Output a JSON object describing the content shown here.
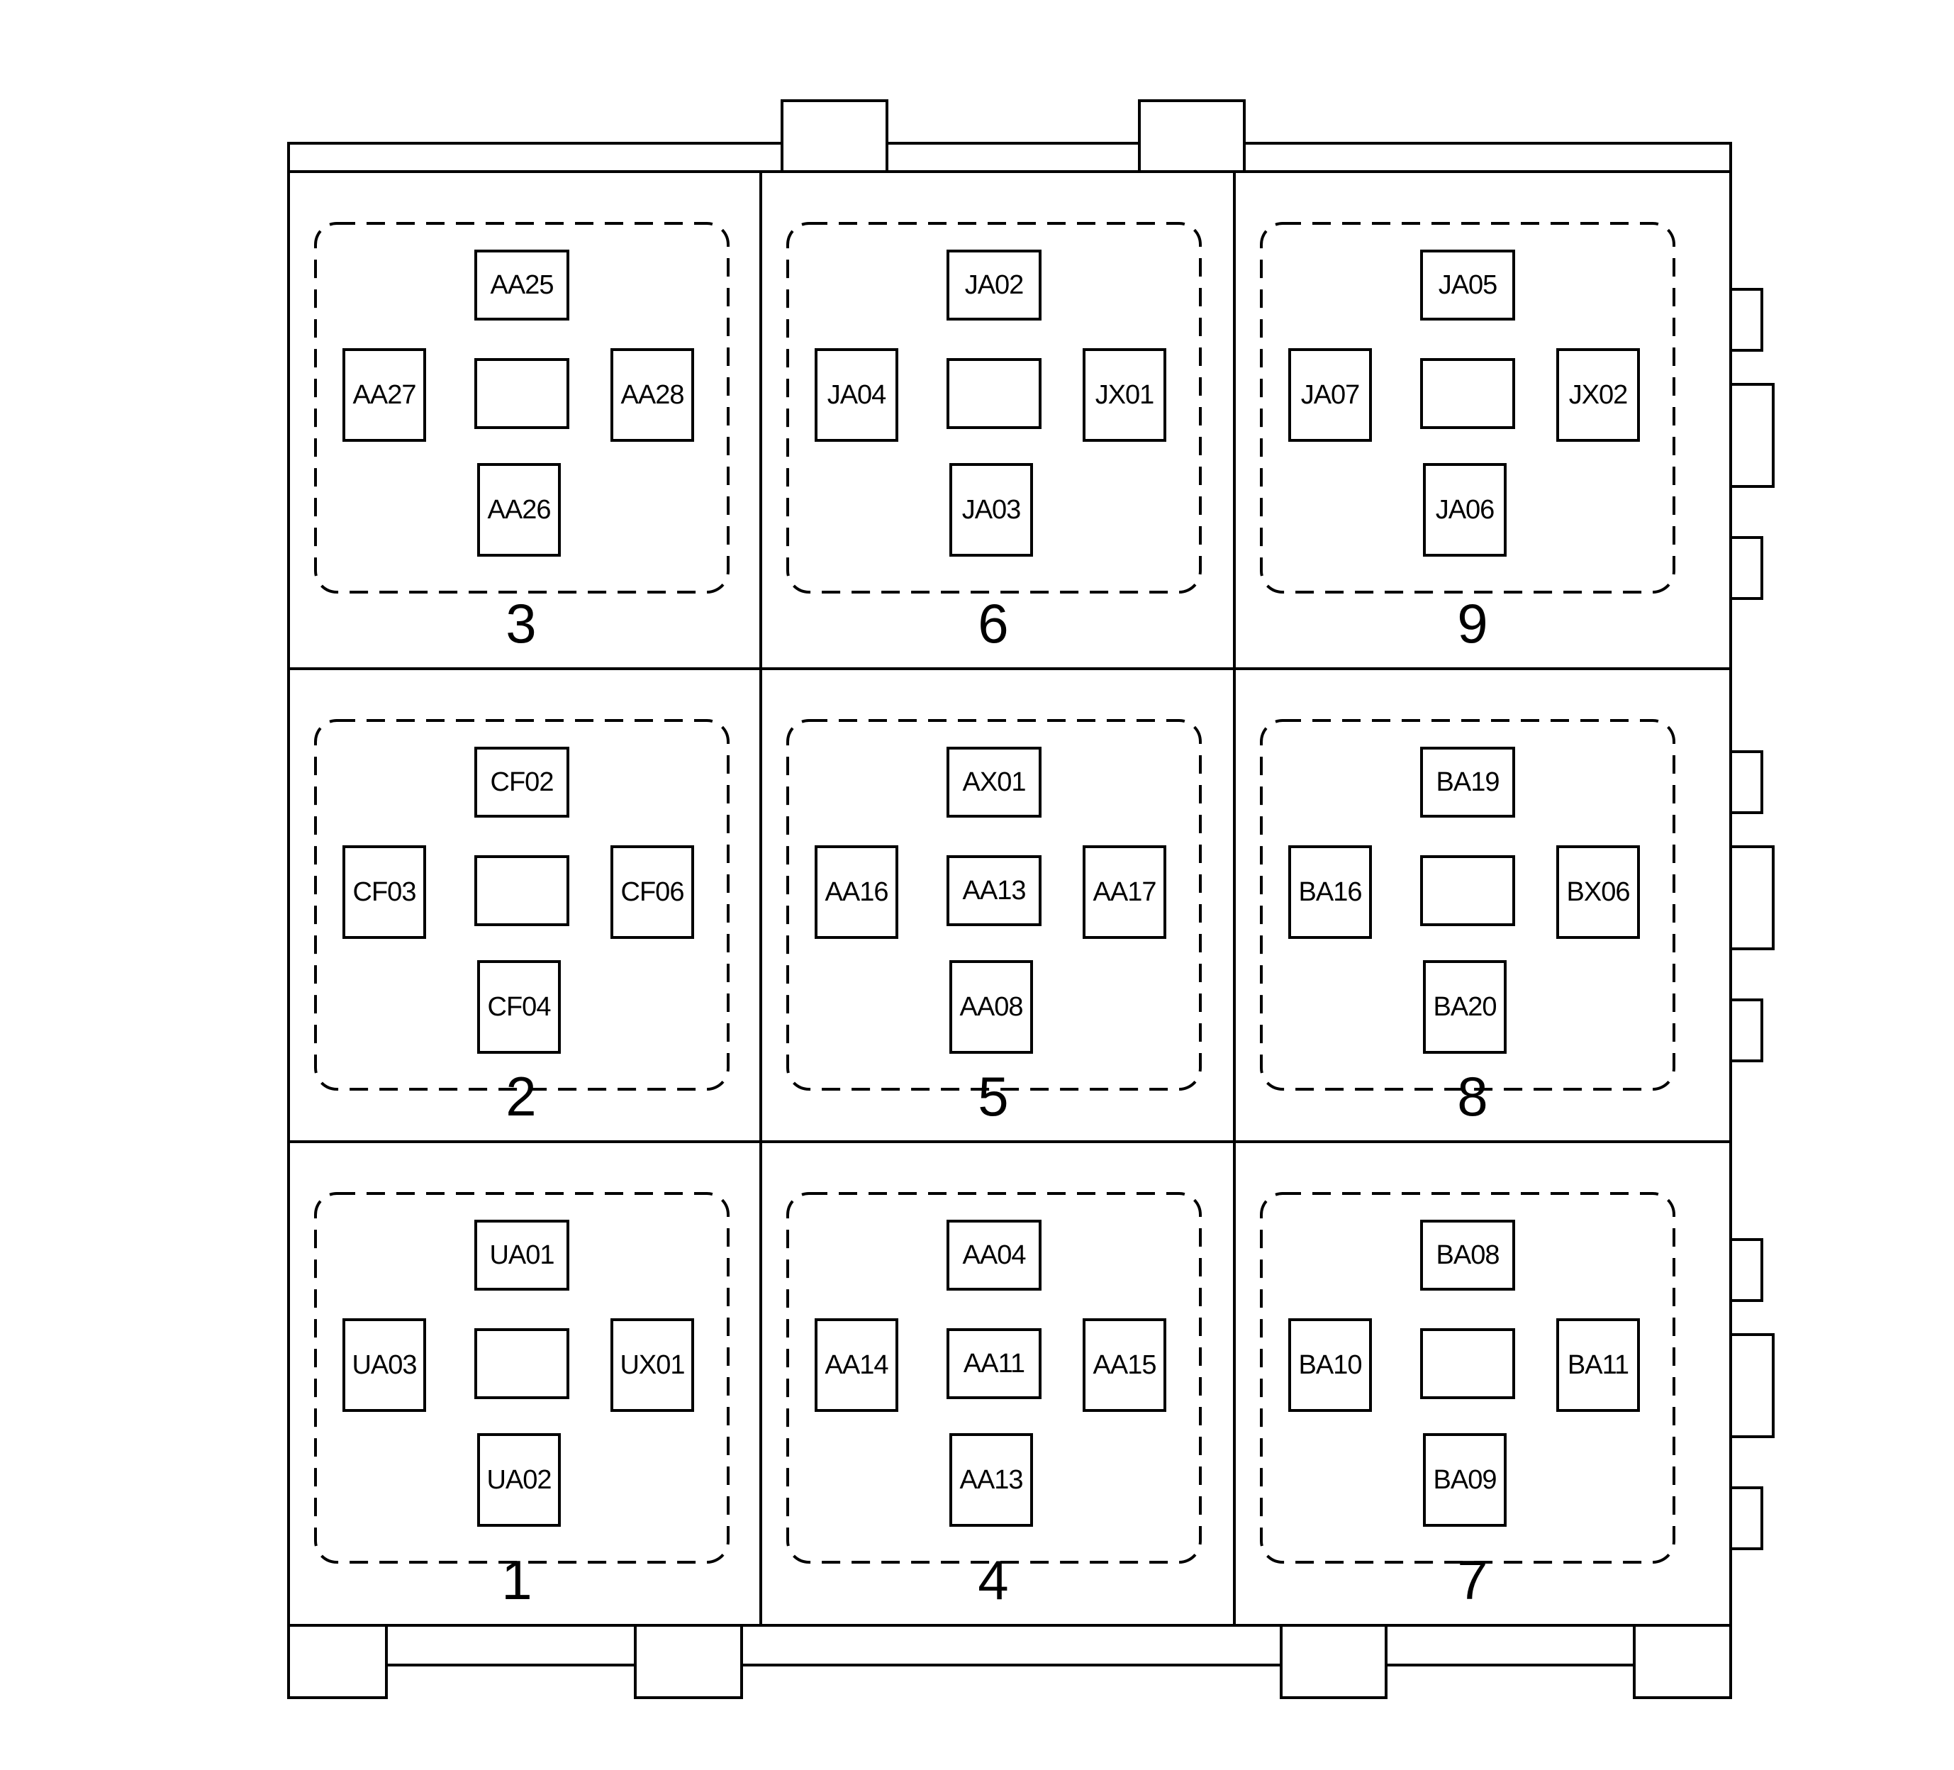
{
  "cells": [
    {
      "number": "3",
      "top": "AA25",
      "left": "AA27",
      "center": "",
      "right": "AA28",
      "bottom": "AA26"
    },
    {
      "number": "6",
      "top": "JA02",
      "left": "JA04",
      "center": "",
      "right": "JX01",
      "bottom": "JA03"
    },
    {
      "number": "9",
      "top": "JA05",
      "left": "JA07",
      "center": "",
      "right": "JX02",
      "bottom": "JA06"
    },
    {
      "number": "2",
      "top": "CF02",
      "left": "CF03",
      "center": "",
      "right": "CF06",
      "bottom": "CF04"
    },
    {
      "number": "5",
      "top": "AX01",
      "left": "AA16",
      "center": "AA13",
      "right": "AA17",
      "bottom": "AA08"
    },
    {
      "number": "8",
      "top": "BA19",
      "left": "BA16",
      "center": "",
      "right": "BX06",
      "bottom": "BA20"
    },
    {
      "number": "1",
      "top": "UA01",
      "left": "UA03",
      "center": "",
      "right": "UX01",
      "bottom": "UA02"
    },
    {
      "number": "4",
      "top": "AA04",
      "left": "AA14",
      "center": "AA11",
      "right": "AA15",
      "bottom": "AA13"
    },
    {
      "number": "7",
      "top": "BA08",
      "left": "BA10",
      "center": "",
      "right": "BA11",
      "bottom": "BA09"
    }
  ]
}
